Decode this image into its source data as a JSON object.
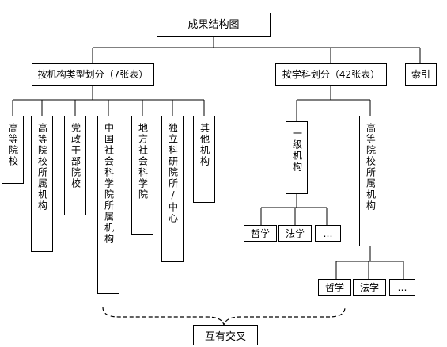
{
  "root": "成果结构图",
  "branch_type": "按机构类型划分（7张表）",
  "branch_subject": "按学科划分（42张表）",
  "branch_index": "索引",
  "type_children": [
    "高等院校",
    "高等院校所属机构",
    "党政干部院校",
    "中国社会科学院所属机构",
    "地方社会科学院",
    "独立科研院所/中心",
    "其他机构"
  ],
  "subject_children": [
    "一级机构",
    "高等院校所属机构"
  ],
  "subject_leaves_a": [
    "哲学",
    "法学",
    "…"
  ],
  "subject_leaves_b": [
    "哲学",
    "法学",
    "…"
  ],
  "bracket_label": "互有交叉"
}
